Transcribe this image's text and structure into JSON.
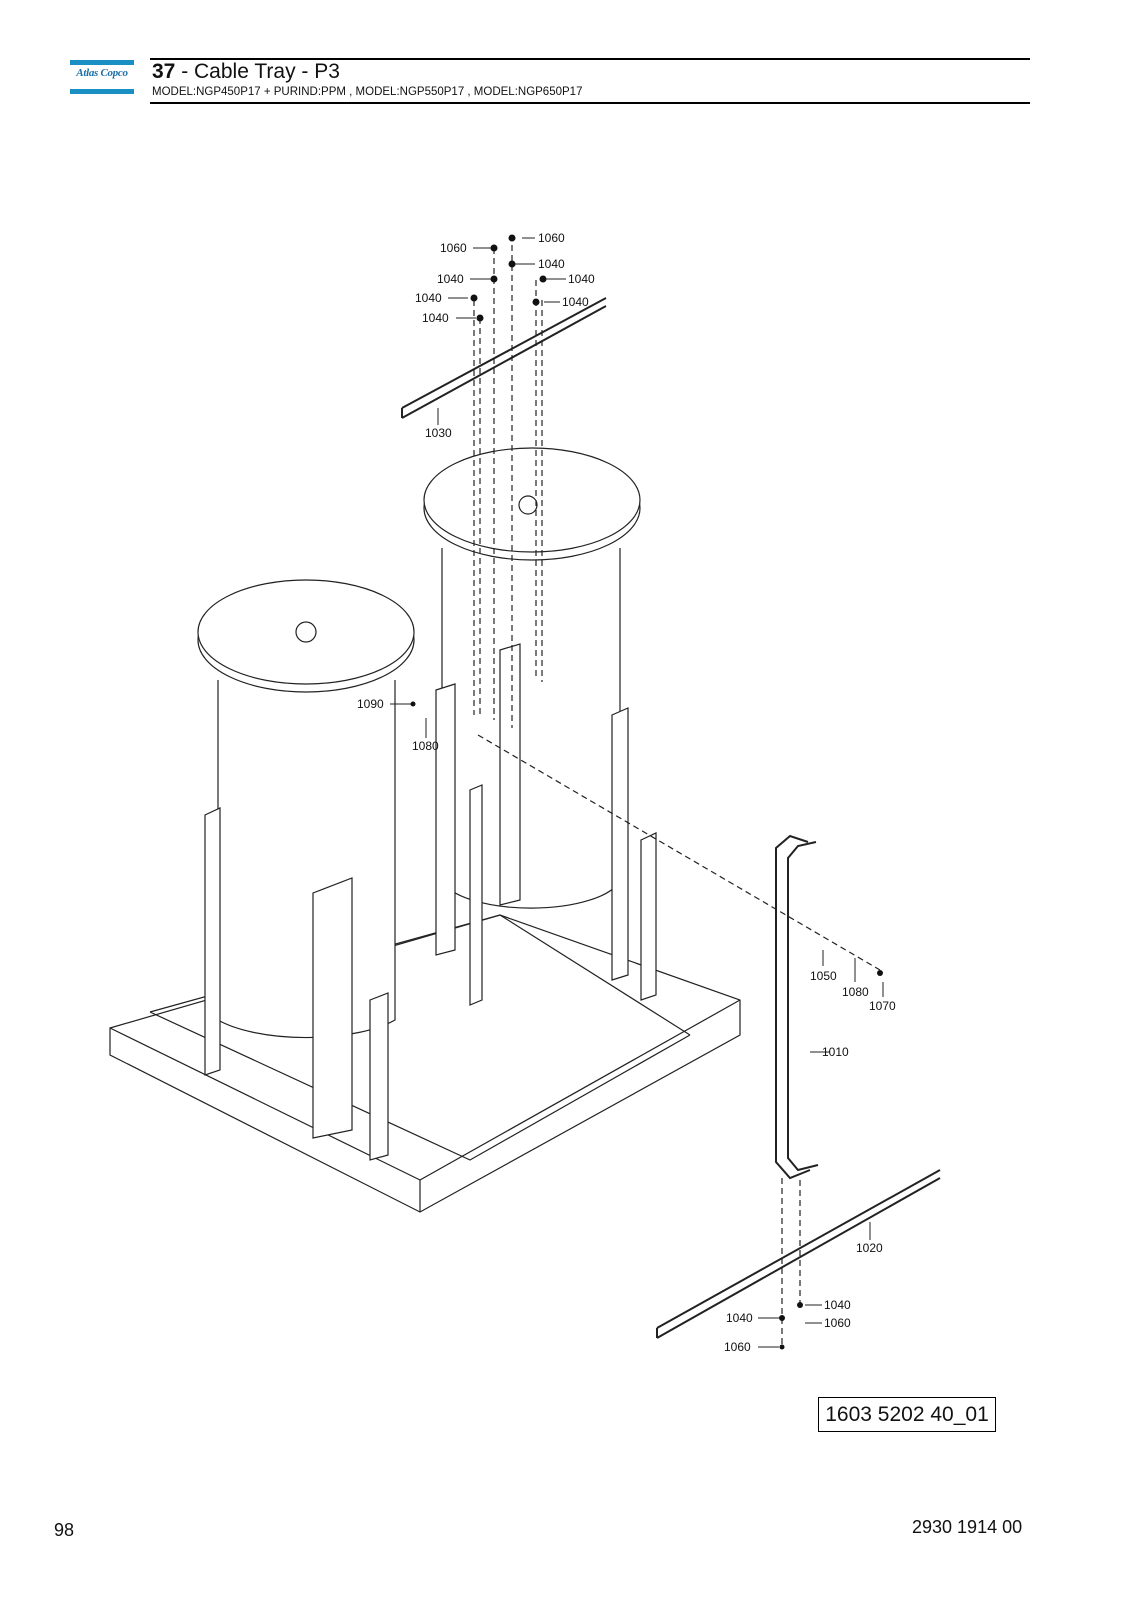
{
  "header": {
    "logo_text": "Atlas Copco",
    "section_number": "37",
    "section_title": " - Cable Tray - P3",
    "models": "MODEL:NGP450P17 + PURIND:PPM , MODEL:NGP550P17 , MODEL:NGP650P17"
  },
  "callouts": {
    "c1060a": "1060",
    "c1060b": "1060",
    "c1040a": "1040",
    "c1040b": "1040",
    "c1040c": "1040",
    "c1040d": "1040",
    "c1040e": "1040",
    "c1040f": "1040",
    "c1030": "1030",
    "c1090": "1090",
    "c1080a": "1080",
    "c1050": "1050",
    "c1080b": "1080",
    "c1070": "1070",
    "c1010": "1010",
    "c1020": "1020",
    "c1040g": "1040",
    "c1060c": "1060",
    "c1040h": "1040",
    "c1060d": "1060"
  },
  "drawing_ref": "1603 5202 40_01",
  "footer": {
    "page_number": "98",
    "document_number": "2930 1914 00"
  },
  "colors": {
    "logo_blue": "#1a8fc4",
    "line": "#222222"
  }
}
